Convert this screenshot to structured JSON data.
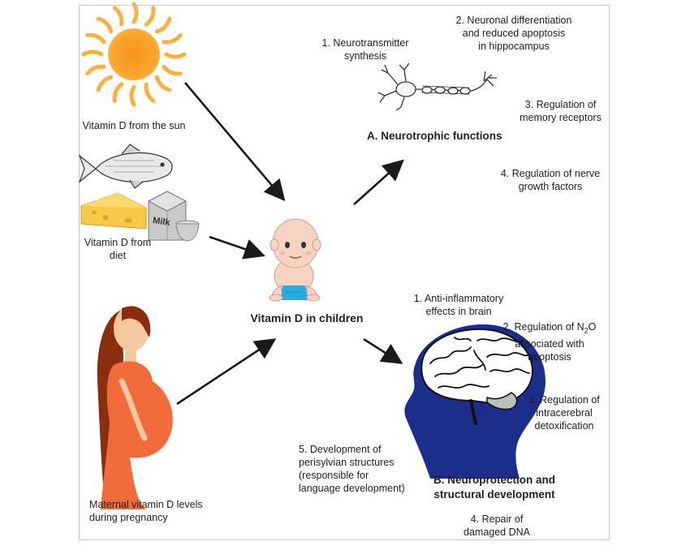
{
  "sources": {
    "sun": "Vitamin D from the sun",
    "diet": "Vitamin D from\ndiet",
    "milk_label": "Milk",
    "maternal": "Maternal vitamin D levels\nduring pregnancy"
  },
  "center": {
    "label": "Vitamin D in children"
  },
  "neurotrophic": {
    "heading": "A. Neurotrophic functions",
    "items": [
      "1. Neurotransmitter\nsynthesis",
      "2. Neuronal differentiation\nand reduced apoptosis\nin hippocampus",
      "3. Regulation of\nmemory receptors",
      "4. Regulation of nerve\ngrowth factors"
    ]
  },
  "neuroprotection": {
    "heading": "B. Neuroprotection and\nstructural development",
    "items": [
      "1. Anti-inflammatory\neffects in brain",
      "2. Regulation of N",
      "2",
      "O\nassociated with\napoptosis",
      "3. Regulation of\nintracerebral\ndetoxification",
      "4. Repair of\ndamaged DNA",
      "5. Development of\nperisylvian structures\n(responsible  for\nlanguage development)"
    ]
  },
  "colors": {
    "arrow": "#1a1a1a",
    "sun_core": "#f7941d",
    "sun_rays": "#fbb040",
    "cheese": "#f7c948",
    "dress": "#f26b3a",
    "hair": "#8b2e0f",
    "skin": "#f4c7a1",
    "head_silhouette": "#1c2e8c",
    "brain": "#ffffff",
    "diaper": "#29abe2"
  }
}
